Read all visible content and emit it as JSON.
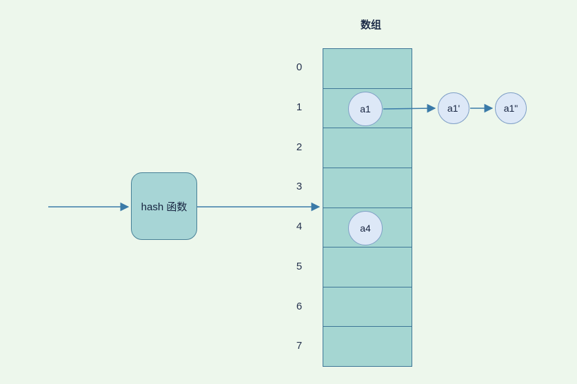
{
  "diagram": {
    "title": "数组",
    "hash_box": {
      "label": "hash 函数"
    },
    "slots": [
      "0",
      "1",
      "2",
      "3",
      "4",
      "5",
      "6",
      "7"
    ],
    "nodes": {
      "a1": "a1",
      "a1_prime": "a1'",
      "a1_double_prime": "a1\"",
      "a4": "a4"
    },
    "chains": [
      {
        "slot": "1",
        "sequence": [
          "a1",
          "a1'",
          "a1\""
        ]
      },
      {
        "slot": "4",
        "sequence": [
          "a4"
        ]
      }
    ],
    "arrow_target_slot_boundary": "3/4",
    "colors": {
      "background": "#edf7ec",
      "cell_fill": "#a5d6d2",
      "cell_border": "#3d7595",
      "hash_box_fill": "#a7d5d6",
      "node_fill": "#dde8f7",
      "node_border": "#7f9fc6",
      "arrow": "#3a7aa8",
      "text": "#1c2b47"
    }
  }
}
